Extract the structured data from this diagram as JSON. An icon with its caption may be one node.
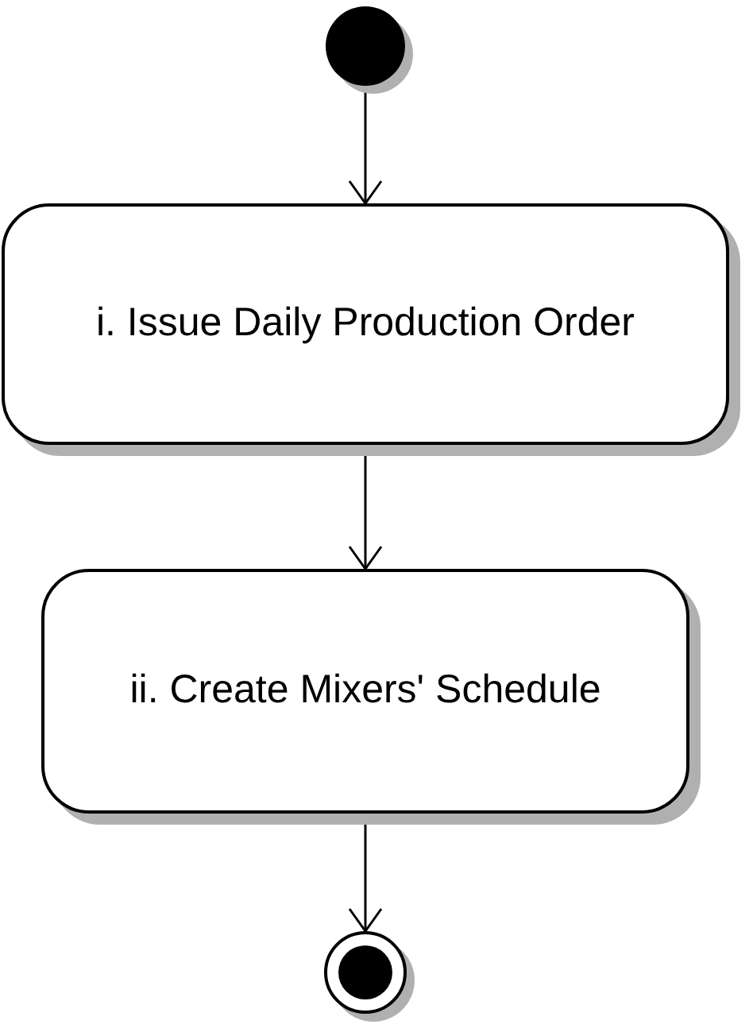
{
  "diagram": {
    "nodes": [
      {
        "text": [],
        "shape": "circle"
      },
      {
        "text": [
          "i. Issue Daily Production Order"
        ]
      },
      {
        "text": [
          "ii. Create Mixers' Schedule"
        ]
      },
      {
        "text": [],
        "shape": "bullseye"
      }
    ],
    "edges": [
      {
        "from": 0,
        "to": 1,
        "arrow": "to"
      },
      {
        "from": 1,
        "to": 2,
        "arrow": "to"
      },
      {
        "from": 2,
        "to": 3,
        "arrow": "to"
      }
    ]
  }
}
